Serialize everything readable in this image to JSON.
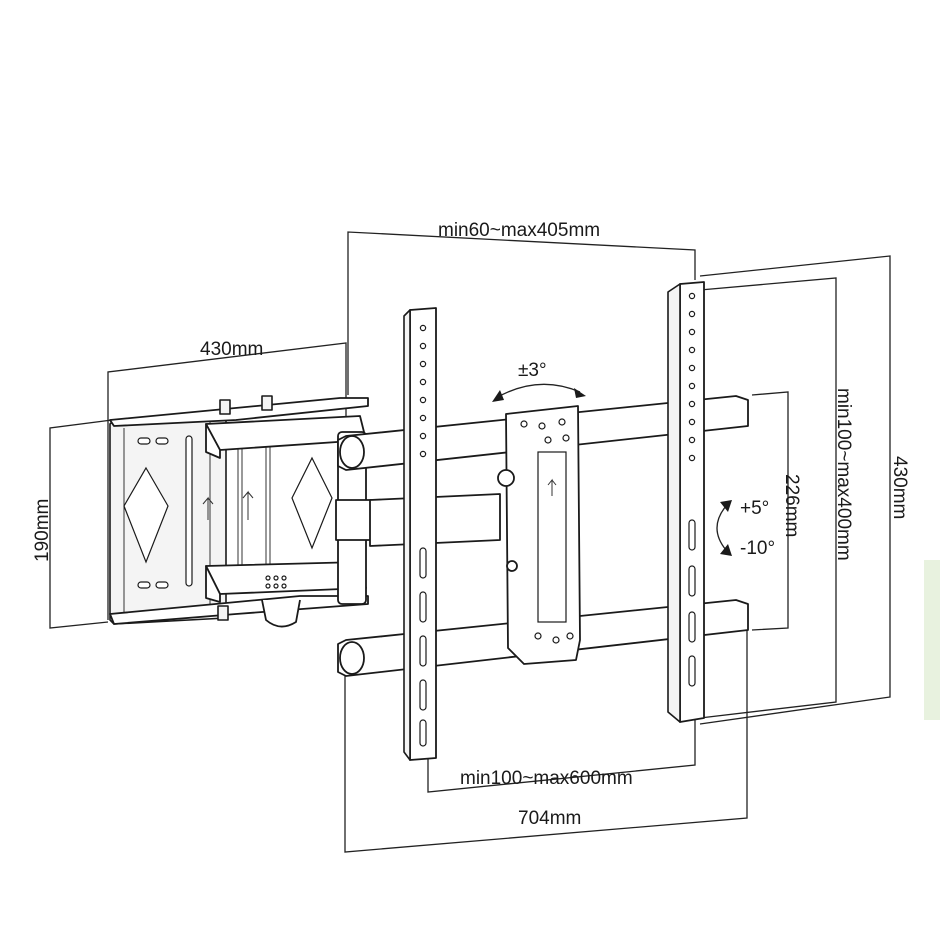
{
  "dimensions": {
    "wall_plate_width": "430mm",
    "wall_plate_height": "190mm",
    "vertical_rail_spacing": "min60~max405mm",
    "vesa_horizontal": "min100~max600mm",
    "overall_width": "704mm",
    "vesa_vertical": "min100~max400mm",
    "tv_bracket_height": "430mm",
    "inner_height": "226mm"
  },
  "tilt": {
    "swivel": "±3°",
    "tilt_up": "+5°",
    "tilt_down": "-10°"
  },
  "colors": {
    "line": "#1a1a1a",
    "fill": "#ffffff",
    "shade": "#f4f4f4"
  }
}
